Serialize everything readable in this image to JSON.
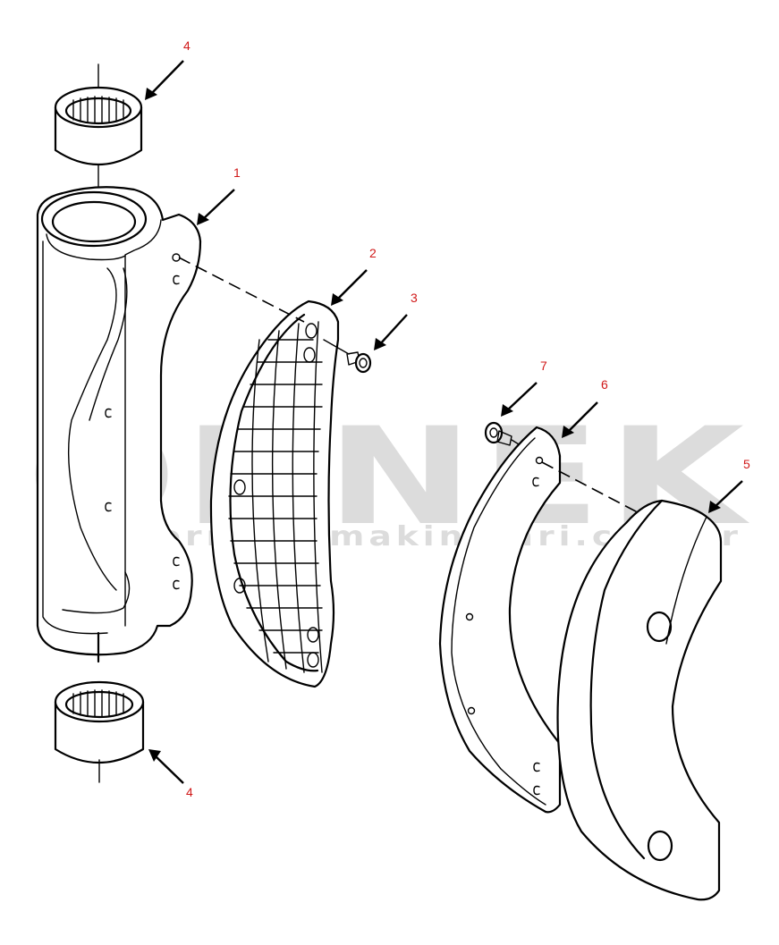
{
  "watermark": {
    "brand": "ÖRNEK",
    "url": "www.ornekismakinalari.com.tr",
    "brand_color": "#dcdcdc",
    "accent_color": "#f3e4b0"
  },
  "callouts": [
    {
      "id": "c1",
      "label": "1"
    },
    {
      "id": "c2",
      "label": "2"
    },
    {
      "id": "c3",
      "label": "3"
    },
    {
      "id": "c4a",
      "label": "4"
    },
    {
      "id": "c4b",
      "label": "4"
    },
    {
      "id": "c5",
      "label": "5"
    },
    {
      "id": "c6",
      "label": "6"
    },
    {
      "id": "c7",
      "label": "7"
    }
  ],
  "colors": {
    "callout_text": "#d01818",
    "line": "#000000",
    "background": "#ffffff"
  }
}
